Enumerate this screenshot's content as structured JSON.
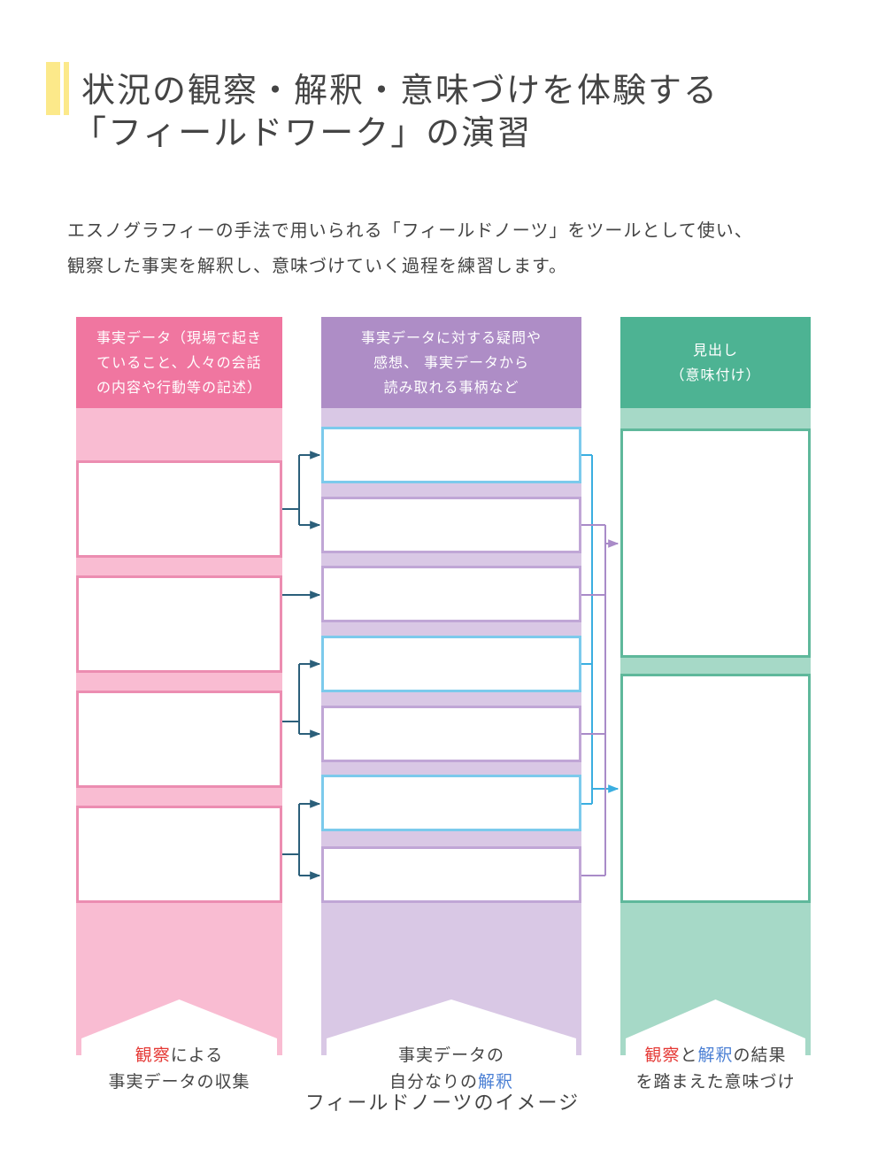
{
  "title": {
    "line1": "状況の観察・解釈・意味づけを体験する",
    "line2": "「フィールドワーク」の演習"
  },
  "intro": {
    "line1": "エスノグラフィーの手法で用いられる「フィールドノーツ」をツールとして使い、",
    "line2": "観察した事実を解釈し、意味づけていく過程を練習します。"
  },
  "columns": [
    {
      "header_lines": [
        "事実データ（現場で起き",
        "ていること、人々の会話",
        "の内容や行動等の記述）"
      ],
      "footer": {
        "line1": [
          {
            "text": "観察",
            "hl": "red"
          },
          {
            "text": "による",
            "hl": ""
          }
        ],
        "line2": [
          {
            "text": "事実データの収集",
            "hl": ""
          }
        ]
      }
    },
    {
      "header_lines": [
        "事実データに対する疑問や",
        "感想、 事実データから",
        "読み取れる事柄など"
      ],
      "footer": {
        "line1": [
          {
            "text": "事実データの",
            "hl": ""
          }
        ],
        "line2": [
          {
            "text": "自分なりの",
            "hl": ""
          },
          {
            "text": "解釈",
            "hl": "blue"
          }
        ]
      }
    },
    {
      "header_lines": [
        "見出し",
        "（意味付け）"
      ],
      "footer": {
        "line1": [
          {
            "text": "観察",
            "hl": "red"
          },
          {
            "text": "と",
            "hl": ""
          },
          {
            "text": "解釈",
            "hl": "blue"
          },
          {
            "text": "の結果",
            "hl": ""
          }
        ],
        "line2": [
          {
            "text": "を踏まえた意味づけ",
            "hl": ""
          }
        ]
      }
    }
  ],
  "colors": {
    "observation": "#e53935",
    "interpretation": "#4a7fd4",
    "fact_column": "#f076a0",
    "interpretation_column": "#ae8dc6",
    "meaning_column": "#4db393",
    "arrow_dark": "#2b5f7a",
    "arrow_blue": "#3aaee0",
    "arrow_purple": "#a98bc8"
  },
  "caption": "フィールドノーツのイメージ"
}
